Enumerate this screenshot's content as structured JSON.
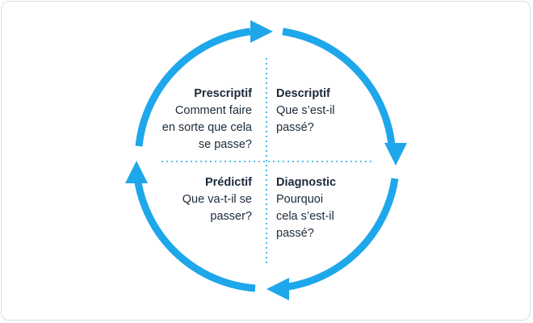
{
  "colors": {
    "arrow": "#1ea7ea",
    "divider": "#1ea7ea",
    "text": "#1b2a3a",
    "border": "#d9dee3"
  },
  "quadrants": {
    "prescriptif": {
      "title": "Prescriptif",
      "desc": "Comment faire\nen sorte que cela\nse passe?"
    },
    "descriptif": {
      "title": "Descriptif",
      "desc": "Que s’est-il\npassé?"
    },
    "predictif": {
      "title": "Prédictif",
      "desc": "Que va-t-il se\npasser?"
    },
    "diagnostic": {
      "title": "Diagnostic",
      "desc": "Pourquoi\ncela s’est-il\npassé?"
    }
  }
}
